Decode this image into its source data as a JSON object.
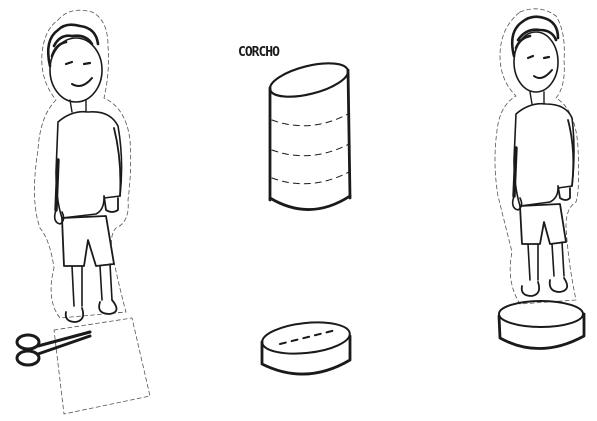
{
  "illustration": {
    "labels": {
      "cork": "CORCHO"
    },
    "colors": {
      "ink": "#1a1a1a",
      "background": "#ffffff"
    },
    "figures": [
      {
        "name": "cut-out-boy-with-scissors",
        "icon": "scissors-icon"
      },
      {
        "name": "cork-cylinder"
      },
      {
        "name": "cork-disc-base"
      },
      {
        "name": "boy-figure-on-cork-base"
      }
    ]
  }
}
